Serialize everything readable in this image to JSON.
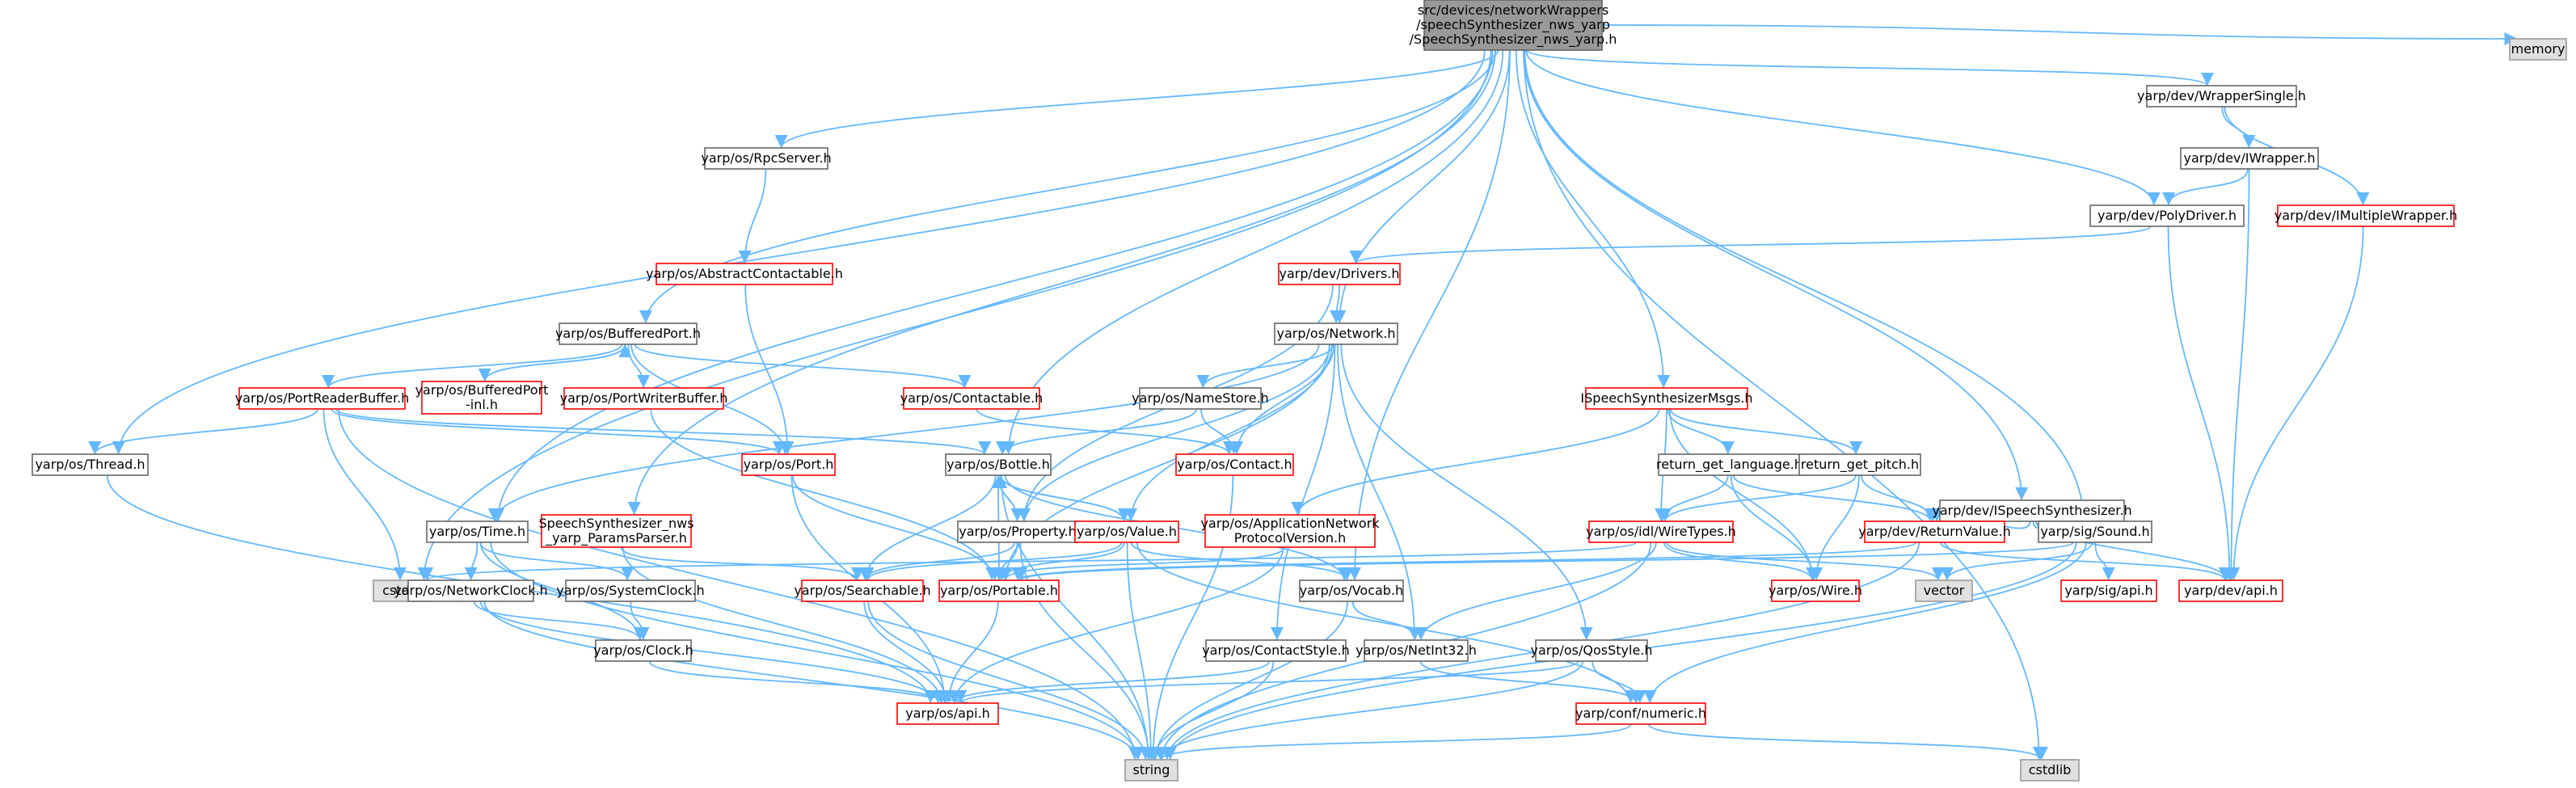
{
  "diagram": {
    "colors": {
      "edge": "#63b8ff",
      "root_fill": "#999999",
      "root_border": "#666666",
      "internal_border": "#ff0000",
      "normal_border": "#666666",
      "external_fill": "#e0e0e0",
      "external_border": "#999999"
    },
    "nodes": [
      {
        "id": "root",
        "lines": [
          "src/devices/networkWrappers",
          "/speechSynthesizer_nws_yarp",
          "/SpeechSynthesizer_nws_yarp.h"
        ],
        "kind": "root"
      },
      {
        "id": "memory",
        "lines": [
          "memory"
        ],
        "kind": "external"
      },
      {
        "id": "wrapperSingle",
        "lines": [
          "yarp/dev/WrapperSingle.h"
        ],
        "kind": "normal"
      },
      {
        "id": "iwrapper",
        "lines": [
          "yarp/dev/IWrapper.h"
        ],
        "kind": "normal"
      },
      {
        "id": "imultiple",
        "lines": [
          "yarp/dev/IMultipleWrapper.h"
        ],
        "kind": "internal"
      },
      {
        "id": "polydriver",
        "lines": [
          "yarp/dev/PolyDriver.h"
        ],
        "kind": "normal"
      },
      {
        "id": "drivers",
        "lines": [
          "yarp/dev/Drivers.h"
        ],
        "kind": "internal"
      },
      {
        "id": "rpcserver",
        "lines": [
          "yarp/os/RpcServer.h"
        ],
        "kind": "normal"
      },
      {
        "id": "abstractcontactable",
        "lines": [
          "yarp/os/AbstractContactable.h"
        ],
        "kind": "internal"
      },
      {
        "id": "bufferedport",
        "lines": [
          "yarp/os/BufferedPort.h"
        ],
        "kind": "normal"
      },
      {
        "id": "network",
        "lines": [
          "yarp/os/Network.h"
        ],
        "kind": "normal"
      },
      {
        "id": "ispeechmsgs",
        "lines": [
          "ISpeechSynthesizerMsgs.h"
        ],
        "kind": "internal"
      },
      {
        "id": "portreaderbuffer",
        "lines": [
          "yarp/os/PortReaderBuffer.h"
        ],
        "kind": "internal"
      },
      {
        "id": "bufferedportinl",
        "lines": [
          "yarp/os/BufferedPort",
          "-inl.h"
        ],
        "kind": "internal"
      },
      {
        "id": "portwriterbuffer",
        "lines": [
          "yarp/os/PortWriterBuffer.h"
        ],
        "kind": "internal"
      },
      {
        "id": "contactable",
        "lines": [
          "yarp/os/Contactable.h"
        ],
        "kind": "internal"
      },
      {
        "id": "namestore",
        "lines": [
          "yarp/os/NameStore.h"
        ],
        "kind": "normal"
      },
      {
        "id": "ispeech",
        "lines": [
          "yarp/dev/ISpeechSynthesizer.h"
        ],
        "kind": "normal"
      },
      {
        "id": "thread",
        "lines": [
          "yarp/os/Thread.h"
        ],
        "kind": "normal"
      },
      {
        "id": "port",
        "lines": [
          "yarp/os/Port.h"
        ],
        "kind": "internal"
      },
      {
        "id": "bottle",
        "lines": [
          "yarp/os/Bottle.h"
        ],
        "kind": "normal"
      },
      {
        "id": "contact",
        "lines": [
          "yarp/os/Contact.h"
        ],
        "kind": "internal"
      },
      {
        "id": "returnlang",
        "lines": [
          "return_get_language.h"
        ],
        "kind": "normal"
      },
      {
        "id": "returnpitch",
        "lines": [
          "return_get_pitch.h"
        ],
        "kind": "normal"
      },
      {
        "id": "time",
        "lines": [
          "yarp/os/Time.h"
        ],
        "kind": "normal"
      },
      {
        "id": "paramsparser",
        "lines": [
          "SpeechSynthesizer_nws",
          "_yarp_ParamsParser.h"
        ],
        "kind": "internal"
      },
      {
        "id": "property",
        "lines": [
          "yarp/os/Property.h"
        ],
        "kind": "normal"
      },
      {
        "id": "value",
        "lines": [
          "yarp/os/Value.h"
        ],
        "kind": "internal"
      },
      {
        "id": "appnetproto",
        "lines": [
          "yarp/os/ApplicationNetwork",
          "ProtocolVersion.h"
        ],
        "kind": "internal"
      },
      {
        "id": "wiretypes",
        "lines": [
          "yarp/os/idl/WireTypes.h"
        ],
        "kind": "internal"
      },
      {
        "id": "returnvalue",
        "lines": [
          "yarp/dev/ReturnValue.h"
        ],
        "kind": "internal"
      },
      {
        "id": "sound",
        "lines": [
          "yarp/sig/Sound.h"
        ],
        "kind": "normal"
      },
      {
        "id": "cstdio",
        "lines": [
          "cstdio"
        ],
        "kind": "external"
      },
      {
        "id": "networkclock",
        "lines": [
          "yarp/os/NetworkClock.h"
        ],
        "kind": "normal"
      },
      {
        "id": "systemclock",
        "lines": [
          "yarp/os/SystemClock.h"
        ],
        "kind": "normal"
      },
      {
        "id": "searchable",
        "lines": [
          "yarp/os/Searchable.h"
        ],
        "kind": "internal"
      },
      {
        "id": "portable",
        "lines": [
          "yarp/os/Portable.h"
        ],
        "kind": "internal"
      },
      {
        "id": "vocab",
        "lines": [
          "yarp/os/Vocab.h"
        ],
        "kind": "normal"
      },
      {
        "id": "wire",
        "lines": [
          "yarp/os/Wire.h"
        ],
        "kind": "internal"
      },
      {
        "id": "vector",
        "lines": [
          "vector"
        ],
        "kind": "external"
      },
      {
        "id": "sigapi",
        "lines": [
          "yarp/sig/api.h"
        ],
        "kind": "internal"
      },
      {
        "id": "devapi",
        "lines": [
          "yarp/dev/api.h"
        ],
        "kind": "internal"
      },
      {
        "id": "clock",
        "lines": [
          "yarp/os/Clock.h"
        ],
        "kind": "normal"
      },
      {
        "id": "contactstyle",
        "lines": [
          "yarp/os/ContactStyle.h"
        ],
        "kind": "normal"
      },
      {
        "id": "netint32",
        "lines": [
          "yarp/os/NetInt32.h"
        ],
        "kind": "normal"
      },
      {
        "id": "qosstyle",
        "lines": [
          "yarp/os/QosStyle.h"
        ],
        "kind": "normal"
      },
      {
        "id": "osapi",
        "lines": [
          "yarp/os/api.h"
        ],
        "kind": "internal"
      },
      {
        "id": "confnumeric",
        "lines": [
          "yarp/conf/numeric.h"
        ],
        "kind": "internal"
      },
      {
        "id": "string",
        "lines": [
          "string"
        ],
        "kind": "external"
      },
      {
        "id": "cstdlib",
        "lines": [
          "cstdlib"
        ],
        "kind": "external"
      }
    ],
    "edges": [
      [
        "root",
        "memory"
      ],
      [
        "root",
        "wrapperSingle"
      ],
      [
        "root",
        "polydriver"
      ],
      [
        "root",
        "rpcserver"
      ],
      [
        "root",
        "bufferedport"
      ],
      [
        "root",
        "network"
      ],
      [
        "root",
        "ispeechmsgs"
      ],
      [
        "root",
        "ispeech"
      ],
      [
        "root",
        "thread"
      ],
      [
        "root",
        "bottle"
      ],
      [
        "root",
        "time"
      ],
      [
        "root",
        "paramsparser"
      ],
      [
        "root",
        "sound"
      ],
      [
        "root",
        "cstdio"
      ],
      [
        "root",
        "vocab"
      ],
      [
        "root",
        "cstdlib"
      ],
      [
        "wrapperSingle",
        "iwrapper"
      ],
      [
        "wrapperSingle",
        "imultiple"
      ],
      [
        "iwrapper",
        "polydriver"
      ],
      [
        "iwrapper",
        "devapi"
      ],
      [
        "imultiple",
        "devapi"
      ],
      [
        "polydriver",
        "drivers"
      ],
      [
        "polydriver",
        "devapi"
      ],
      [
        "drivers",
        "network"
      ],
      [
        "drivers",
        "property"
      ],
      [
        "rpcserver",
        "abstractcontactable"
      ],
      [
        "abstractcontactable",
        "port"
      ],
      [
        "bufferedport",
        "portreaderbuffer"
      ],
      [
        "bufferedport",
        "bufferedportinl"
      ],
      [
        "bufferedport",
        "portwriterbuffer"
      ],
      [
        "bufferedport",
        "contactable"
      ],
      [
        "bufferedport",
        "port"
      ],
      [
        "bufferedportinl",
        "bufferedport"
      ],
      [
        "portreaderbuffer",
        "thread"
      ],
      [
        "portreaderbuffer",
        "port"
      ],
      [
        "portreaderbuffer",
        "bottle"
      ],
      [
        "portreaderbuffer",
        "cstdio"
      ],
      [
        "portreaderbuffer",
        "string"
      ],
      [
        "portwriterbuffer",
        "portable"
      ],
      [
        "contactable",
        "contact"
      ],
      [
        "network",
        "namestore"
      ],
      [
        "network",
        "contact"
      ],
      [
        "network",
        "property"
      ],
      [
        "network",
        "value"
      ],
      [
        "network",
        "portable"
      ],
      [
        "network",
        "time"
      ],
      [
        "network",
        "contactstyle"
      ],
      [
        "network",
        "qosstyle"
      ],
      [
        "network",
        "netint32"
      ],
      [
        "namestore",
        "bottle"
      ],
      [
        "namestore",
        "contact"
      ],
      [
        "ispeechmsgs",
        "returnlang"
      ],
      [
        "ispeechmsgs",
        "returnpitch"
      ],
      [
        "ispeechmsgs",
        "wiretypes"
      ],
      [
        "ispeechmsgs",
        "appnetproto"
      ],
      [
        "ispeechmsgs",
        "wire"
      ],
      [
        "ispeech",
        "returnvalue"
      ],
      [
        "ispeech",
        "sound"
      ],
      [
        "ispeech",
        "devapi"
      ],
      [
        "thread",
        "osapi"
      ],
      [
        "port",
        "portable"
      ],
      [
        "port",
        "osapi"
      ],
      [
        "bottle",
        "property"
      ],
      [
        "bottle",
        "value"
      ],
      [
        "bottle",
        "searchable"
      ],
      [
        "bottle",
        "portable"
      ],
      [
        "bottle",
        "vocab"
      ],
      [
        "bottle",
        "string"
      ],
      [
        "contact",
        "string"
      ],
      [
        "returnlang",
        "wiretypes"
      ],
      [
        "returnlang",
        "returnvalue"
      ],
      [
        "returnlang",
        "wire"
      ],
      [
        "returnpitch",
        "wiretypes"
      ],
      [
        "returnpitch",
        "returnvalue"
      ],
      [
        "returnpitch",
        "wire"
      ],
      [
        "time",
        "networkclock"
      ],
      [
        "time",
        "systemclock"
      ],
      [
        "time",
        "clock"
      ],
      [
        "time",
        "string"
      ],
      [
        "paramsparser",
        "searchable"
      ],
      [
        "paramsparser",
        "osapi"
      ],
      [
        "property",
        "bottle"
      ],
      [
        "property",
        "searchable"
      ],
      [
        "property",
        "portable"
      ],
      [
        "property",
        "string"
      ],
      [
        "value",
        "bottle"
      ],
      [
        "value",
        "searchable"
      ],
      [
        "value",
        "portable"
      ],
      [
        "value",
        "vocab"
      ],
      [
        "value",
        "string"
      ],
      [
        "value",
        "confnumeric"
      ],
      [
        "appnetproto",
        "portable"
      ],
      [
        "appnetproto",
        "osapi"
      ],
      [
        "wiretypes",
        "wire"
      ],
      [
        "wiretypes",
        "vector"
      ],
      [
        "wiretypes",
        "string"
      ],
      [
        "wiretypes",
        "netint32"
      ],
      [
        "wiretypes",
        "cstdio"
      ],
      [
        "returnvalue",
        "portable"
      ],
      [
        "returnvalue",
        "devapi"
      ],
      [
        "returnvalue",
        "string"
      ],
      [
        "sound",
        "sigapi"
      ],
      [
        "sound",
        "vector"
      ],
      [
        "sound",
        "string"
      ],
      [
        "sound",
        "portable"
      ],
      [
        "sound",
        "confnumeric"
      ],
      [
        "networkclock",
        "clock"
      ],
      [
        "networkclock",
        "osapi"
      ],
      [
        "networkclock",
        "string"
      ],
      [
        "systemclock",
        "clock"
      ],
      [
        "searchable",
        "osapi"
      ],
      [
        "searchable",
        "string"
      ],
      [
        "portable",
        "osapi"
      ],
      [
        "vocab",
        "netint32"
      ],
      [
        "vocab",
        "string"
      ],
      [
        "clock",
        "osapi"
      ],
      [
        "contactstyle",
        "osapi"
      ],
      [
        "contactstyle",
        "string"
      ],
      [
        "netint32",
        "confnumeric"
      ],
      [
        "qosstyle",
        "osapi"
      ],
      [
        "qosstyle",
        "confnumeric"
      ],
      [
        "qosstyle",
        "string"
      ],
      [
        "confnumeric",
        "string"
      ],
      [
        "confnumeric",
        "cstdlib"
      ]
    ]
  }
}
